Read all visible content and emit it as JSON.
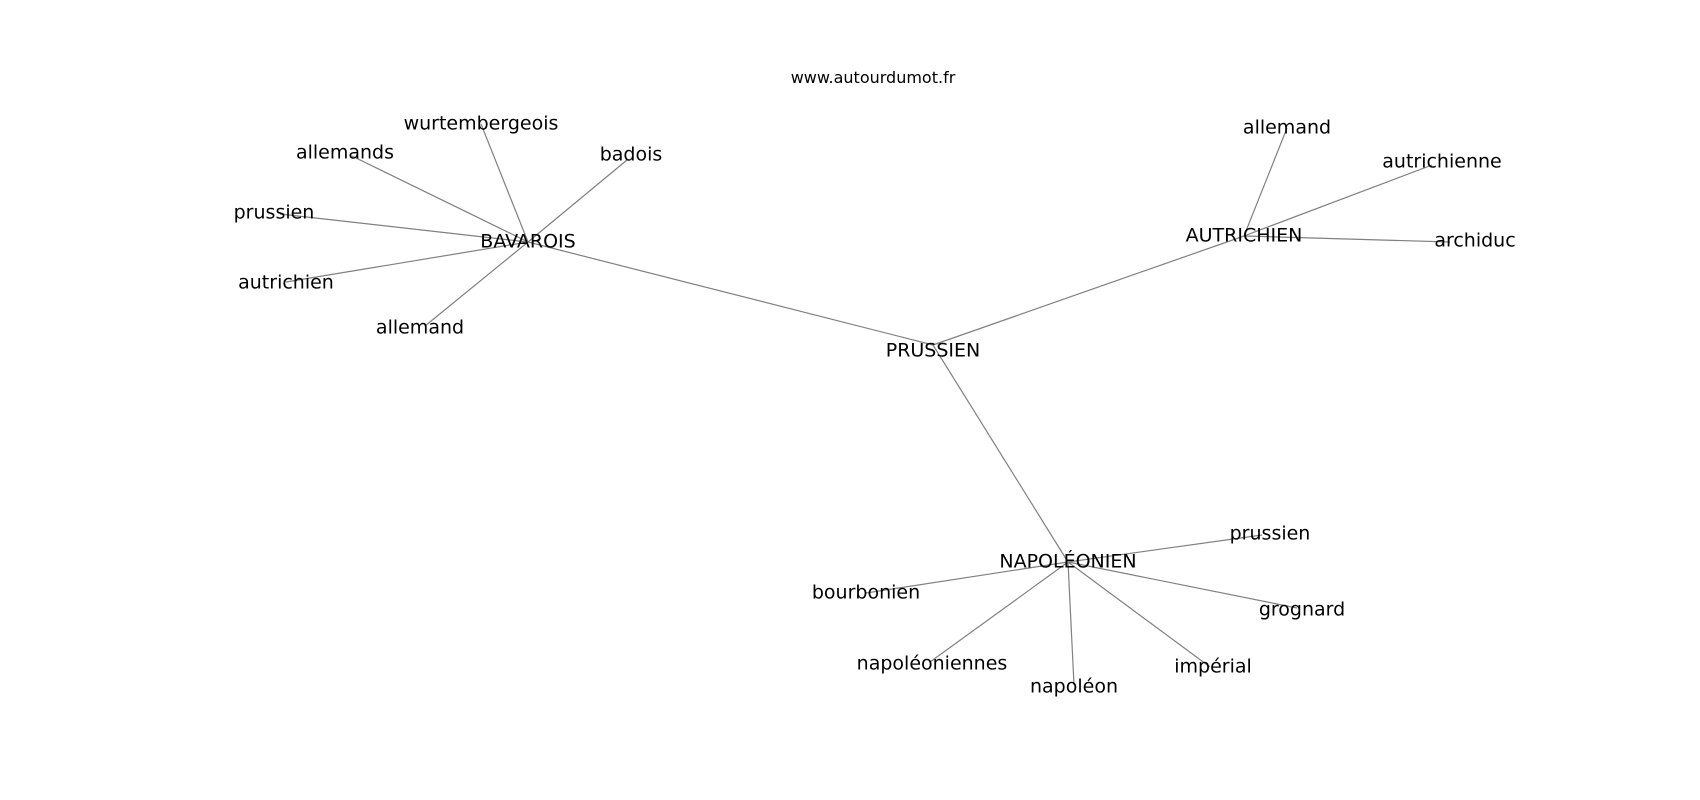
{
  "watermark": "www.autourdumot.fr",
  "graph": {
    "center": "PRUSSIEN",
    "hubs": [
      {
        "label": "BAVAROIS",
        "children": [
          "wurtembergeois",
          "allemands",
          "badois",
          "prussien",
          "autrichien",
          "allemand"
        ]
      },
      {
        "label": "AUTRICHIEN",
        "children": [
          "allemand",
          "autrichienne",
          "archiduc"
        ]
      },
      {
        "label": "NAPOLÉONIEN",
        "children": [
          "prussien",
          "bourbonien",
          "grognard",
          "napoléoniennes",
          "napoléon",
          "impérial"
        ]
      }
    ]
  }
}
